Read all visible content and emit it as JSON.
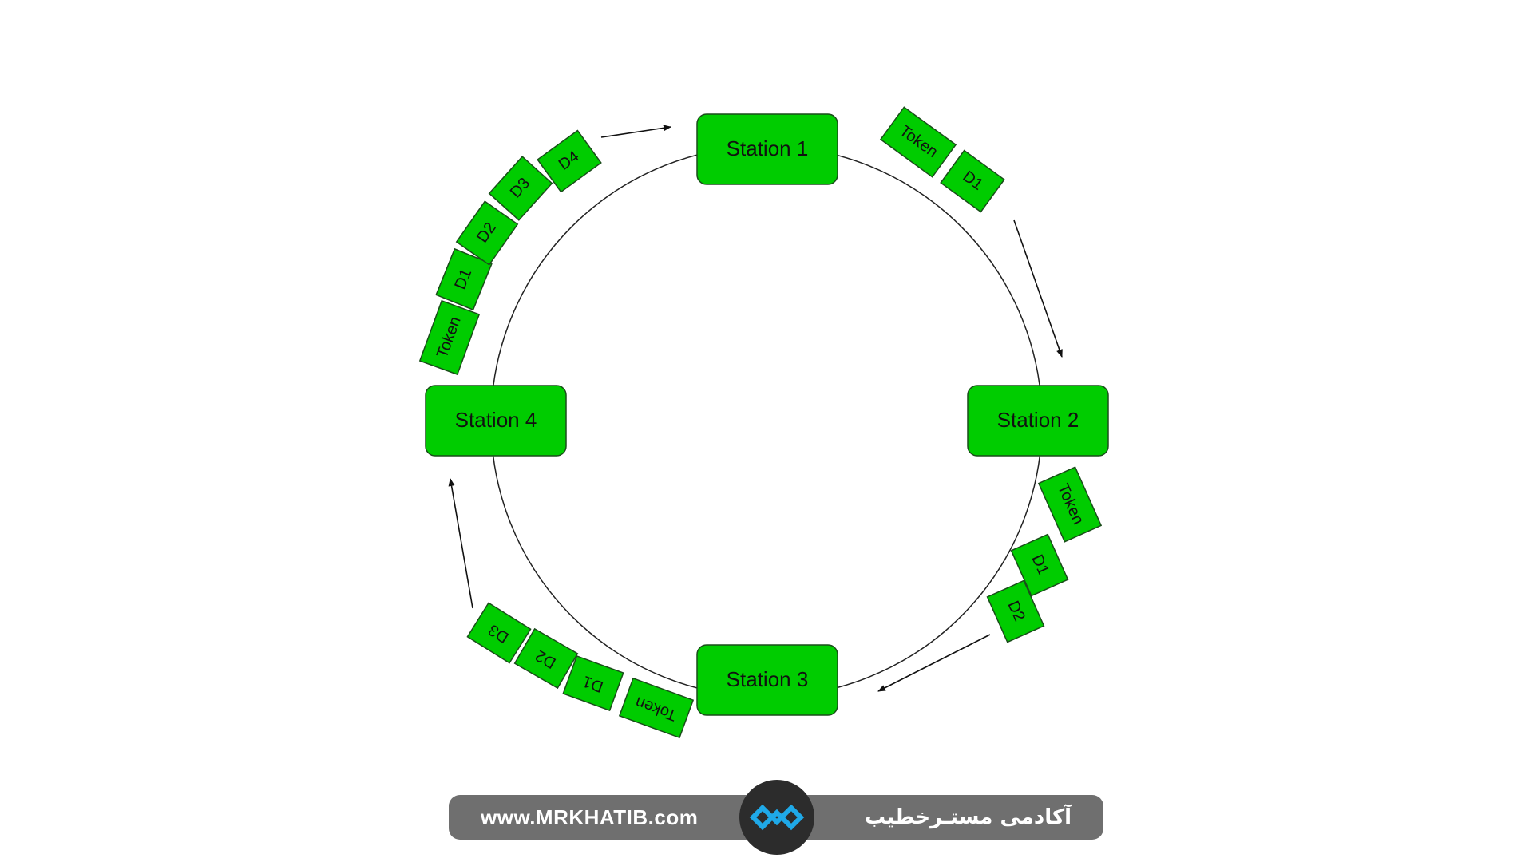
{
  "stations": [
    {
      "id": "s1",
      "label": "Station 1"
    },
    {
      "id": "s2",
      "label": "Station 2"
    },
    {
      "id": "s3",
      "label": "Station 3"
    },
    {
      "id": "s4",
      "label": "Station 4"
    }
  ],
  "frames": {
    "near_station_1": [
      "Token",
      "D1"
    ],
    "near_station_2": [
      "Token",
      "D1",
      "D2"
    ],
    "near_station_3": [
      "Token",
      "D1",
      "D2",
      "D3"
    ],
    "near_station_4": [
      "Token",
      "D1",
      "D2",
      "D3",
      "D4"
    ]
  },
  "colors": {
    "tile_fill": "#00cc00",
    "tile_stroke": "#1a4d1a",
    "ring": "#222222",
    "footer_bg": "#6f6f6f",
    "logo_badge": "#2c2c2c",
    "logo_accent": "#1fa9e8"
  },
  "footer": {
    "url": "www.MRKHATIB.com",
    "brand": "آکادمی مستـرخطیب",
    "logo_icon": "infinity-logo-icon"
  }
}
